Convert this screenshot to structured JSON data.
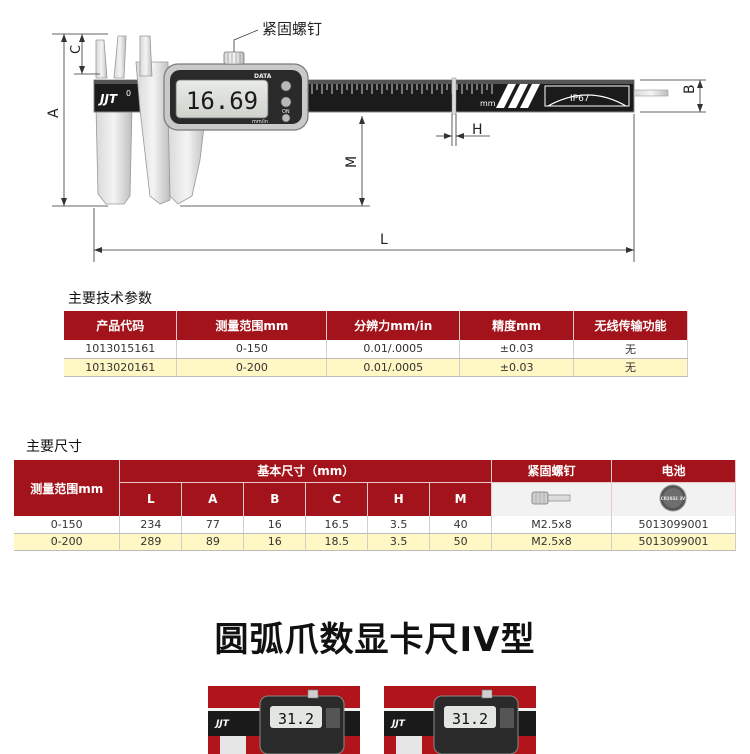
{
  "diagram": {
    "screw_label": "紧固螺钉",
    "dim_labels": {
      "C": "C",
      "A": "A",
      "M": "M",
      "L": "L",
      "B": "B",
      "H": "H"
    },
    "display_value": "16.69",
    "brand": "JJT",
    "scale_zero": "0",
    "unit_mm": "mm",
    "ip_rating": "IP67",
    "data_label": "DATA",
    "on_label": "ON",
    "mm_in_label": "mm/in"
  },
  "tech_params": {
    "title": "主要技术参数",
    "headers": [
      "产品代码",
      "测量范围mm",
      "分辨力mm/in",
      "精度mm",
      "无线传输功能"
    ],
    "rows": [
      [
        "1013015161",
        "0-150",
        "0.01/.0005",
        "±0.03",
        "无"
      ],
      [
        "1013020161",
        "0-200",
        "0.01/.0005",
        "±0.03",
        "无"
      ]
    ]
  },
  "dimensions": {
    "title": "主要尺寸",
    "range_header": "测量范围mm",
    "basic_header": "基本尺寸（mm）",
    "screw_header": "紧固螺钉",
    "battery_header": "电池",
    "battery_icon_text": "CR2032 3V",
    "sub_headers": [
      "L",
      "A",
      "B",
      "C",
      "H",
      "M"
    ],
    "rows": [
      [
        "0-150",
        "234",
        "77",
        "16",
        "16.5",
        "3.5",
        "40",
        "M2.5x8",
        "5013099001"
      ],
      [
        "0-200",
        "289",
        "89",
        "16",
        "18.5",
        "3.5",
        "50",
        "M2.5x8",
        "5013099001"
      ]
    ]
  },
  "product_title": "圆弧爪数显卡尺IV型",
  "thumbnails": [
    {
      "display_value": "31.2",
      "brand": "JJT"
    },
    {
      "display_value": "31.2",
      "brand": "JJT"
    }
  ]
}
